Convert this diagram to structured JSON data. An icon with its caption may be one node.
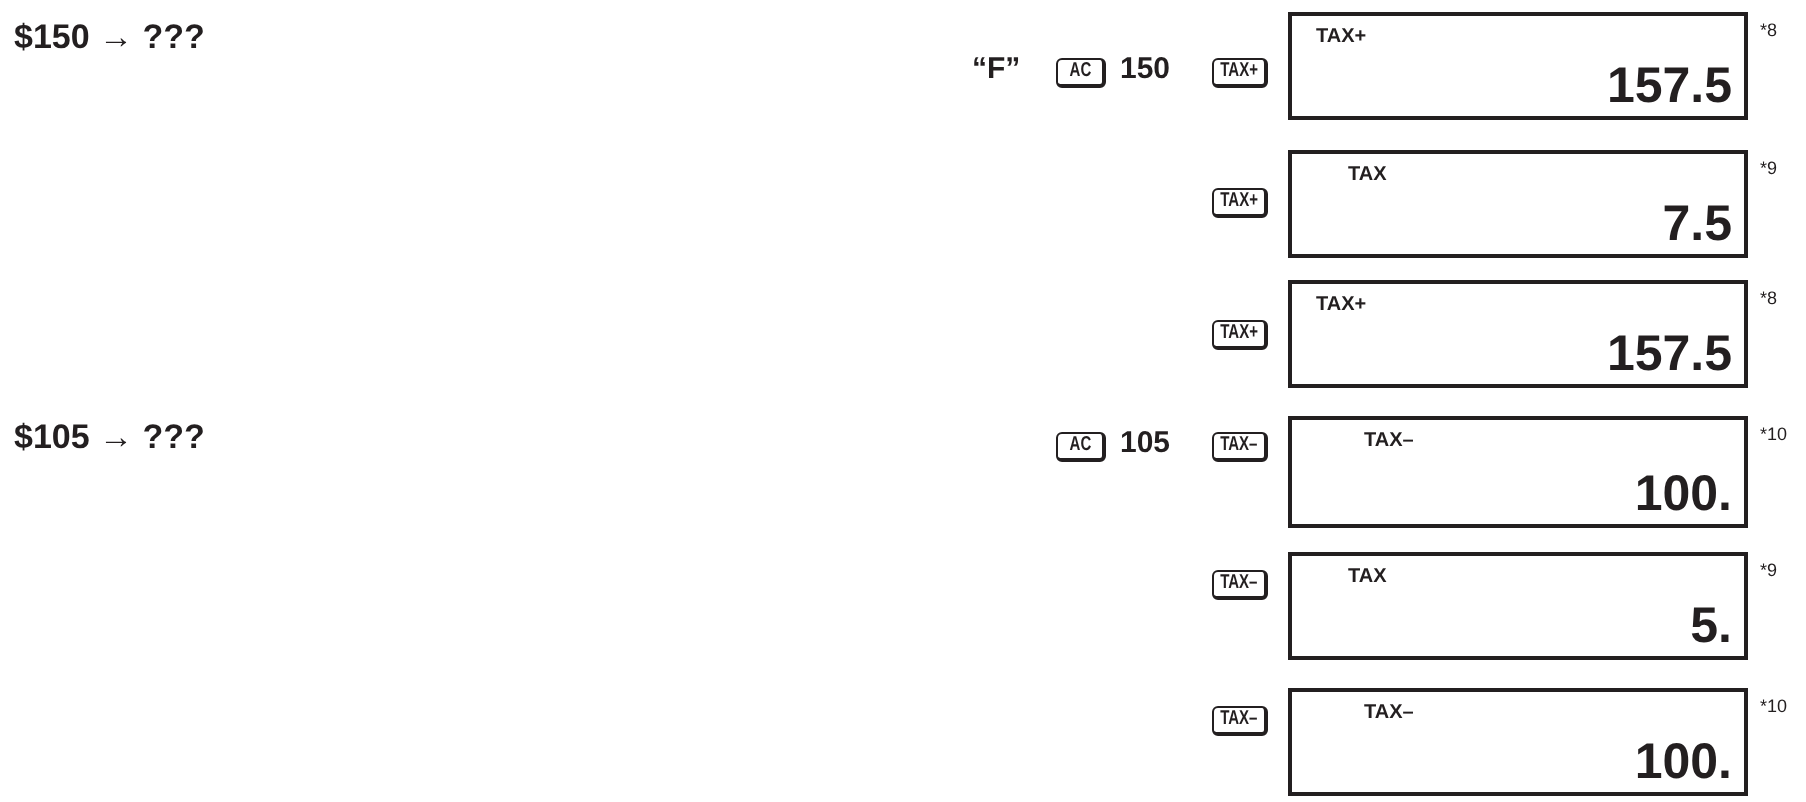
{
  "diagram": {
    "nodes": [
      {
        "text": [
          "AC"
        ]
      },
      {
        "text": [
          "TAX+"
        ]
      },
      {
        "text": [
          "TAX+",
          "157.5"
        ],
        "beside": [
          "*8"
        ]
      },
      {
        "text": [
          "TAX+"
        ]
      },
      {
        "text": [
          "TAX",
          "7.5"
        ],
        "beside": [
          "*9"
        ]
      },
      {
        "text": [
          "TAX+"
        ]
      },
      {
        "text": [
          "TAX+",
          "157.5"
        ],
        "beside": [
          "*8"
        ]
      },
      {
        "text": [
          "AC"
        ]
      },
      {
        "text": [
          "TAX–"
        ]
      },
      {
        "text": [
          "TAX–",
          "100."
        ],
        "beside": [
          "*10"
        ]
      },
      {
        "text": [
          "TAX–"
        ]
      },
      {
        "text": [
          "TAX",
          "5."
        ],
        "beside": [
          "*9"
        ]
      },
      {
        "text": [
          "TAX–"
        ]
      },
      {
        "text": [
          "TAX–",
          "100."
        ],
        "beside": [
          "*10"
        ]
      }
    ],
    "labels": [
      "$150 → ???",
      "“F”",
      "150",
      "$105 → ???",
      "105"
    ]
  }
}
